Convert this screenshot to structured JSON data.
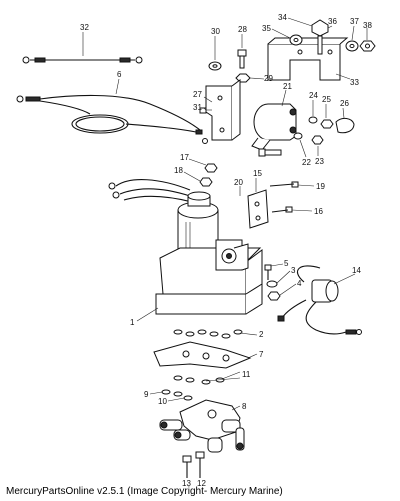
{
  "callouts": [
    "32",
    "6",
    "30",
    "28",
    "27",
    "31",
    "29",
    "34",
    "36",
    "35",
    "37",
    "38",
    "33",
    "21",
    "24",
    "25",
    "26",
    "22",
    "23",
    "17",
    "18",
    "20",
    "15",
    "19",
    "16",
    "5",
    "3",
    "4",
    "14",
    "1",
    "2",
    "7",
    "11",
    "9",
    "10",
    "8",
    "13",
    "12"
  ],
  "footer": "MercuryPartsOnline v2.5.1 (Image Copyright- Mercury Marine)"
}
